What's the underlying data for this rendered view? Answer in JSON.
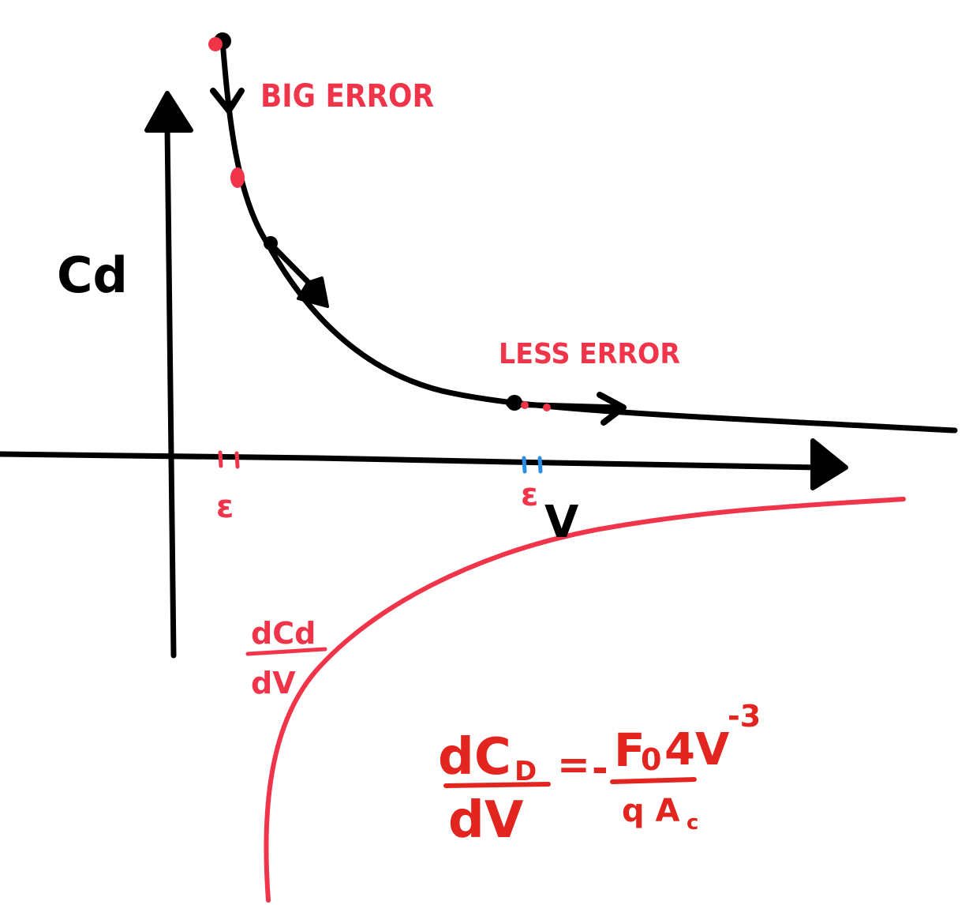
{
  "labels": {
    "y_axis": "Cd",
    "x_axis": "V",
    "big_error": "BIG ERROR",
    "less_error": "LESS ERROR",
    "epsilon_left": "ε",
    "epsilon_right": "ε",
    "derivative_top": "dCd",
    "derivative_bottom": "dV"
  },
  "formula": {
    "lhs_numerator": "dC",
    "lhs_subscript": "D",
    "lhs_denominator": "dV",
    "equals": "=",
    "minus": "-",
    "rhs_numerator_a": "F",
    "rhs_subscript_0": "0",
    "rhs_numerator_b": "4V",
    "rhs_exponent": "-3",
    "rhs_denominator": "q A",
    "rhs_denominator_sub": "c"
  },
  "colors": {
    "ink_black": "#000000",
    "ink_red": "#f0344a",
    "ink_dark_red": "#e2251f",
    "tick_blue": "#2a8de8"
  }
}
